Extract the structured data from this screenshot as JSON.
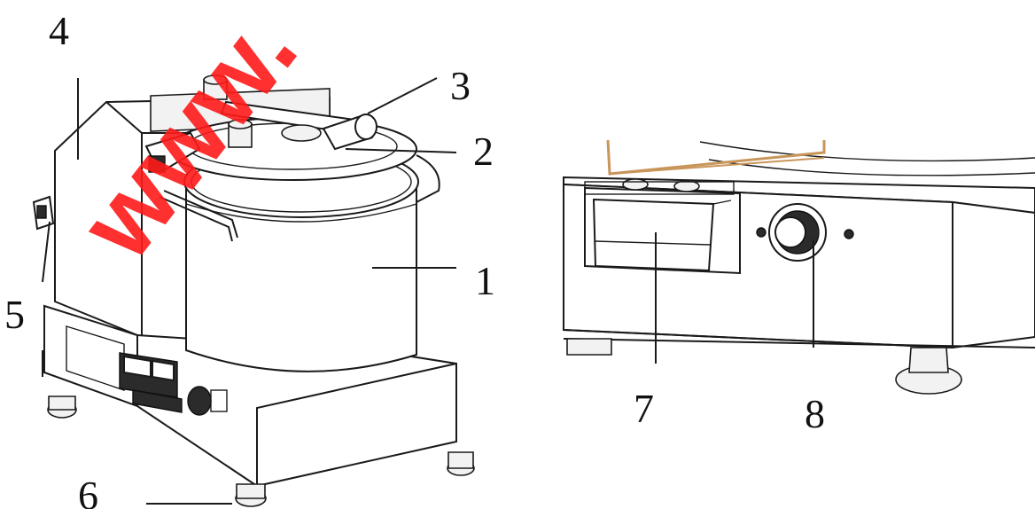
{
  "labels": {
    "l1": "1",
    "l2": "2",
    "l3": "3",
    "l4": "4",
    "l5": "5",
    "l6": "6",
    "l7": "7",
    "l8": "8"
  },
  "watermark": "www.",
  "colors": {
    "watermark": "#ff1a1a",
    "scraper_arm": "#c8955a",
    "line": "#1a1a1a"
  }
}
